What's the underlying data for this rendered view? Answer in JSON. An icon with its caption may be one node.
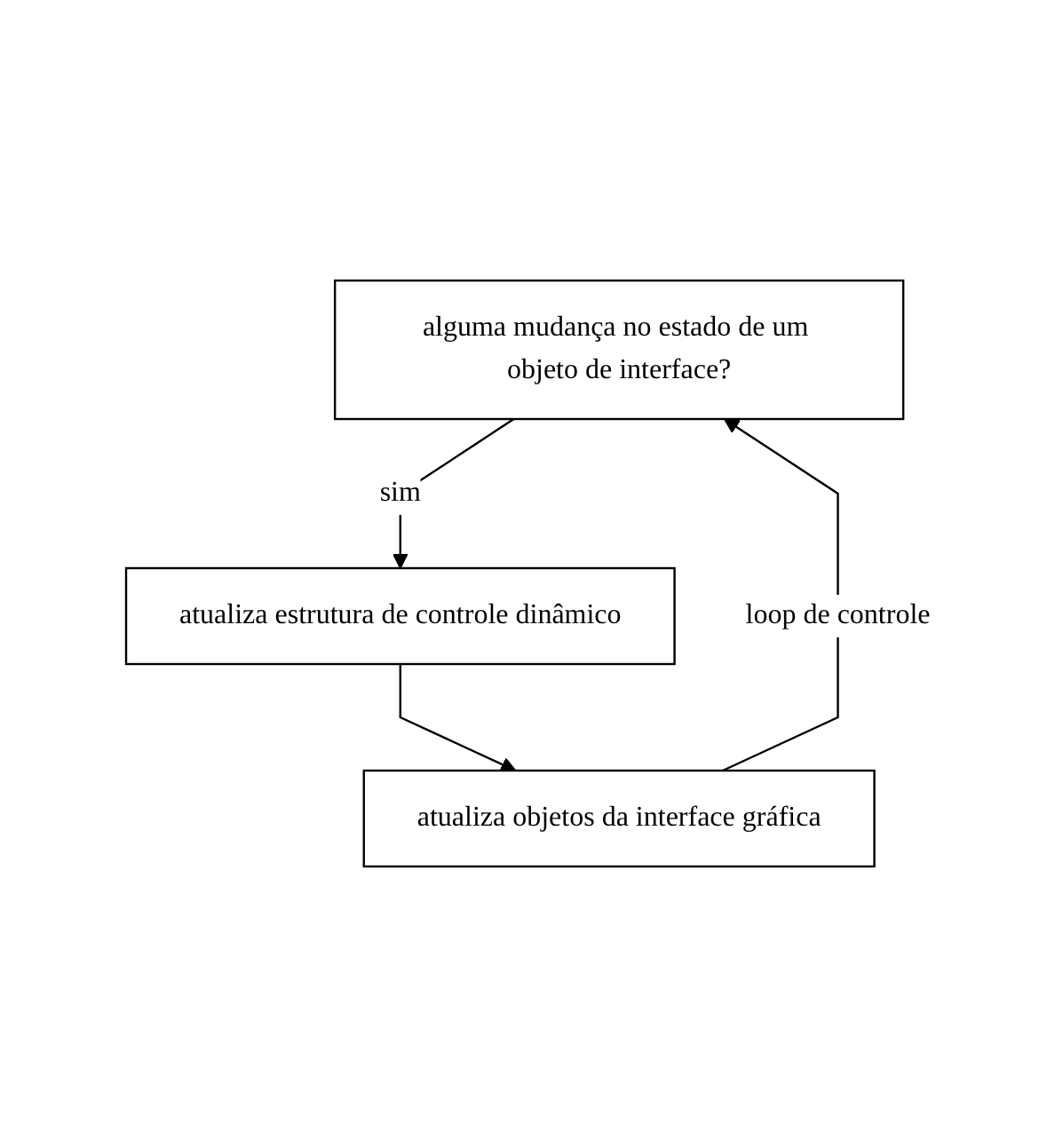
{
  "diagram": {
    "nodes": [
      {
        "text": [
          "alguma mudança no estado de um objeto de interface?"
        ]
      },
      {
        "text": [
          "atualiza estrutura de controle dinâmico"
        ]
      },
      {
        "text": [
          "atualiza objetos da interface gráfica"
        ]
      }
    ],
    "edges": [
      {
        "from": 0,
        "to": 1,
        "arrow": "to",
        "label": "sim"
      },
      {
        "from": 1,
        "to": 2,
        "arrow": "to"
      },
      {
        "from": 2,
        "to": 0,
        "arrow": "to",
        "label": "loop de controle"
      }
    ]
  }
}
